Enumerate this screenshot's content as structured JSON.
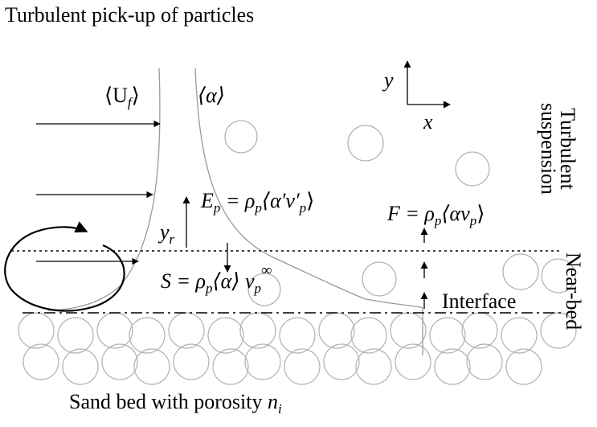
{
  "title": "Turbulent pick-up of particles",
  "labels": {
    "velocity_profile": "⟨U",
    "velocity_sub": "f",
    "velocity_close": "⟩",
    "concentration_profile": "⟨α⟩",
    "axis_y": "y",
    "axis_x": "x",
    "reference_height": "y",
    "reference_height_sub": "r",
    "pickup_flux_lhs": "E",
    "pickup_flux_lhs_sub": "p",
    "pickup_flux_rhs": " = ρ",
    "pickup_flux_rhs_sub": "p",
    "pickup_flux_rhs_tail": "⟨α′v′",
    "pickup_flux_rhs_tail_sub": "p",
    "pickup_flux_rhs_close": "⟩",
    "settling_flux": "S = ρ",
    "settling_flux_sub": "p",
    "settling_flux_mid": "⟨α⟩ v",
    "settling_flux_sub2": "p",
    "settling_flux_sup": "∞",
    "net_flux": "F = ρ",
    "net_flux_sub": "p",
    "net_flux_mid": "⟨αv",
    "net_flux_sub2": "p",
    "net_flux_close": "⟩",
    "interface": "Interface",
    "zone_suspension": "Turbulent suspension",
    "zone_suspension_line1": "Turbulent",
    "zone_suspension_line2": "suspension",
    "zone_nearbed": "Near-bed",
    "bed_caption": "Sand bed with porosity ",
    "bed_caption_var": "n",
    "bed_caption_sub": "i"
  },
  "icons": {
    "eddy": "circular-arrow-icon",
    "axes": "coordinate-axes-icon"
  },
  "colors": {
    "ink": "#000000",
    "grain": "#b3b3b3",
    "profile": "#999999"
  }
}
